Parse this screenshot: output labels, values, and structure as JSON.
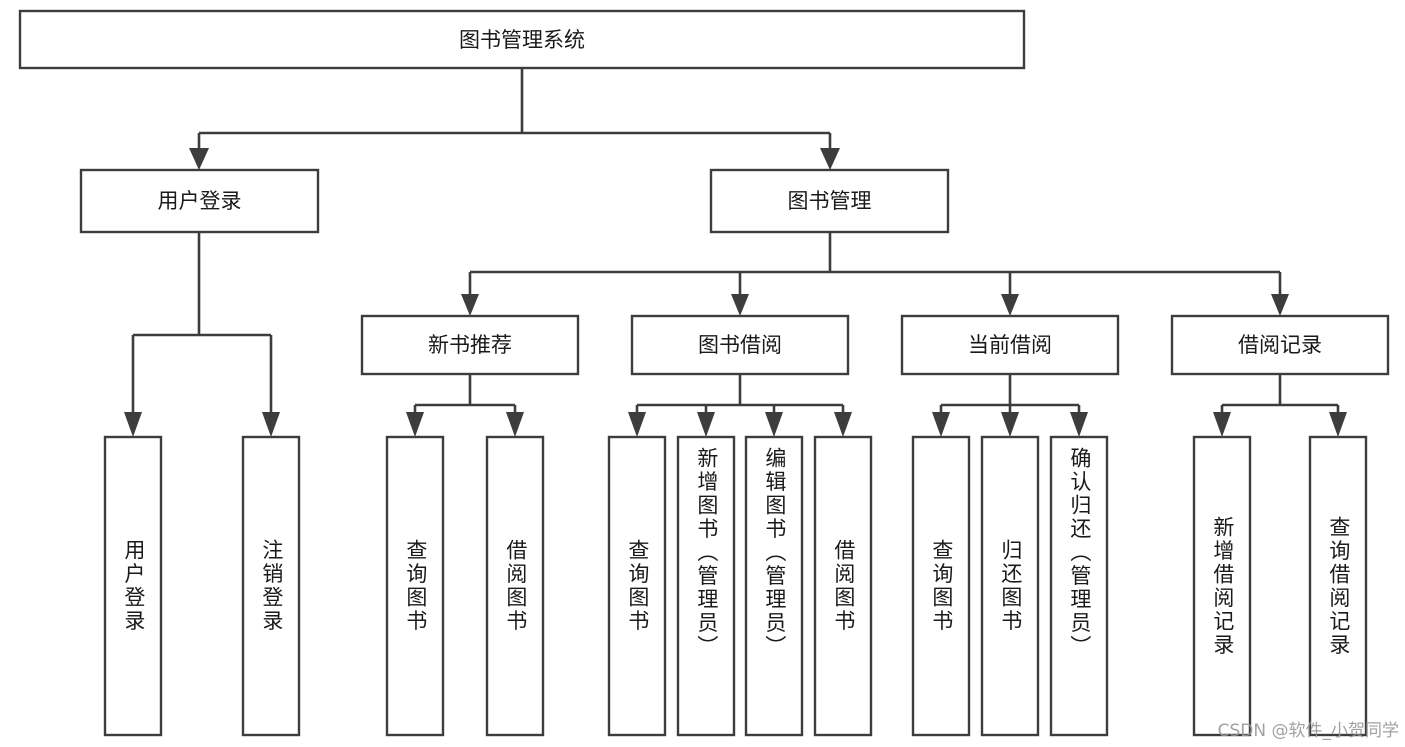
{
  "chart_data": {
    "type": "diagram",
    "title": "图书管理系统",
    "diagram_kind": "function-tree",
    "orientation": "top-down",
    "watermark": "CSDN @软件_小贺同学",
    "colors": {
      "background": "#ffffff",
      "box_fill": "#ffffff",
      "box_stroke": "#3d3d3d",
      "connector": "#3d3d3d",
      "text": "#1a1a1a",
      "watermark": "#9a9a9a"
    },
    "nodes": {
      "root": {
        "label": "图书管理系统",
        "level": 0
      },
      "l1": [
        {
          "label": "用户登录",
          "level": 1
        },
        {
          "label": "图书管理",
          "level": 1
        }
      ],
      "l2": [
        {
          "label": "新书推荐",
          "level": 2,
          "parent": "图书管理"
        },
        {
          "label": "图书借阅",
          "level": 2,
          "parent": "图书管理"
        },
        {
          "label": "当前借阅",
          "level": 2,
          "parent": "图书管理"
        },
        {
          "label": "借阅记录",
          "level": 2,
          "parent": "图书管理"
        }
      ],
      "leaves": [
        {
          "label": "用户登录",
          "parent": "用户登录",
          "group": "login"
        },
        {
          "label": "注销登录",
          "parent": "用户登录",
          "group": "login"
        },
        {
          "label": "查询图书",
          "parent": "新书推荐",
          "group": "recommend"
        },
        {
          "label": "借阅图书",
          "parent": "新书推荐",
          "group": "recommend"
        },
        {
          "label": "查询图书",
          "parent": "图书借阅",
          "group": "borrow"
        },
        {
          "label": "新增图书（管理员）",
          "parent": "图书借阅",
          "group": "borrow"
        },
        {
          "label": "编辑图书（管理员）",
          "parent": "图书借阅",
          "group": "borrow"
        },
        {
          "label": "借阅图书",
          "parent": "图书借阅",
          "group": "borrow"
        },
        {
          "label": "查询图书",
          "parent": "当前借阅",
          "group": "current"
        },
        {
          "label": "归还图书",
          "parent": "当前借阅",
          "group": "current"
        },
        {
          "label": "确认归还（管理员）",
          "parent": "当前借阅",
          "group": "current"
        },
        {
          "label": "新增借阅记录",
          "parent": "借阅记录",
          "group": "record"
        },
        {
          "label": "查询借阅记录",
          "parent": "借阅记录",
          "group": "record"
        }
      ]
    }
  }
}
